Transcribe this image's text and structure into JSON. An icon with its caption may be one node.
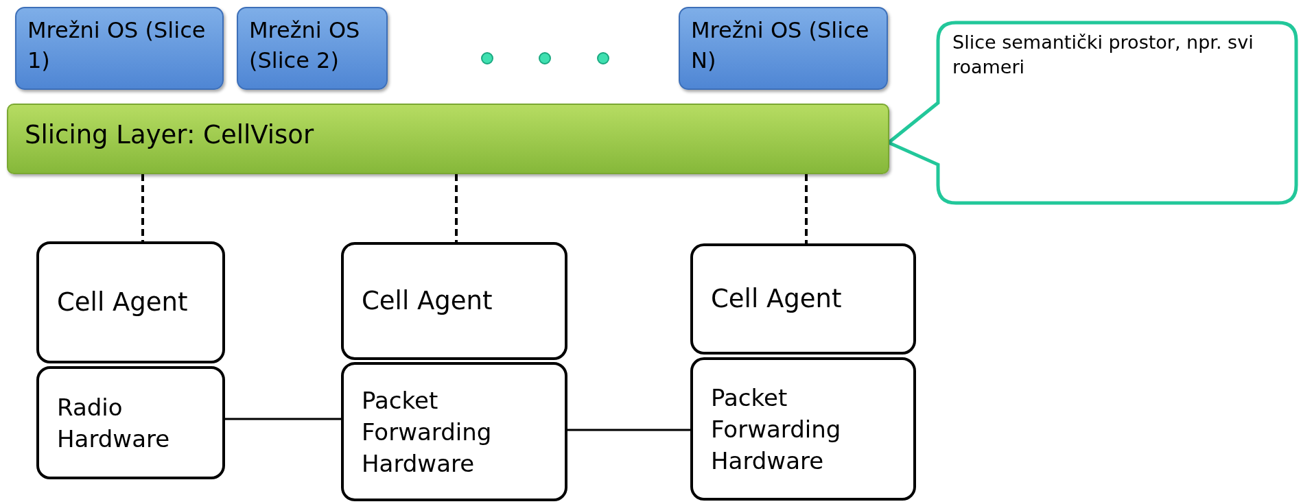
{
  "diagram": {
    "nodes": [
      {
        "text": [
          "Mrežni OS (Slice 1)"
        ]
      },
      {
        "text": [
          "Mrežni  OS (Slice 2)"
        ]
      },
      {
        "text": [
          "Mrežni  OS (Slice N)"
        ]
      },
      {
        "text": [
          "Slice semantički prostor, npr. svi roameri"
        ]
      },
      {
        "text": [
          "Slicing Layer: CellVisor"
        ]
      },
      {
        "text": [
          "Cell Agent"
        ]
      },
      {
        "text": [
          "Cell Agent"
        ]
      },
      {
        "text": [
          "Cell Agent"
        ]
      },
      {
        "text": [
          "Radio Hardware"
        ]
      },
      {
        "text": [
          "Packet Forwarding Hardware"
        ]
      },
      {
        "text": [
          "Packet Forwarding Hardware"
        ]
      }
    ],
    "edges": [
      {
        "from": 4,
        "to": 5,
        "arrow": "none",
        "style": "dashed"
      },
      {
        "from": 4,
        "to": 6,
        "arrow": "none",
        "style": "dashed"
      },
      {
        "from": 4,
        "to": 7,
        "arrow": "none",
        "style": "dashed"
      },
      {
        "from": 8,
        "to": 9,
        "arrow": "none"
      },
      {
        "from": 9,
        "to": 10,
        "arrow": "none"
      }
    ]
  }
}
